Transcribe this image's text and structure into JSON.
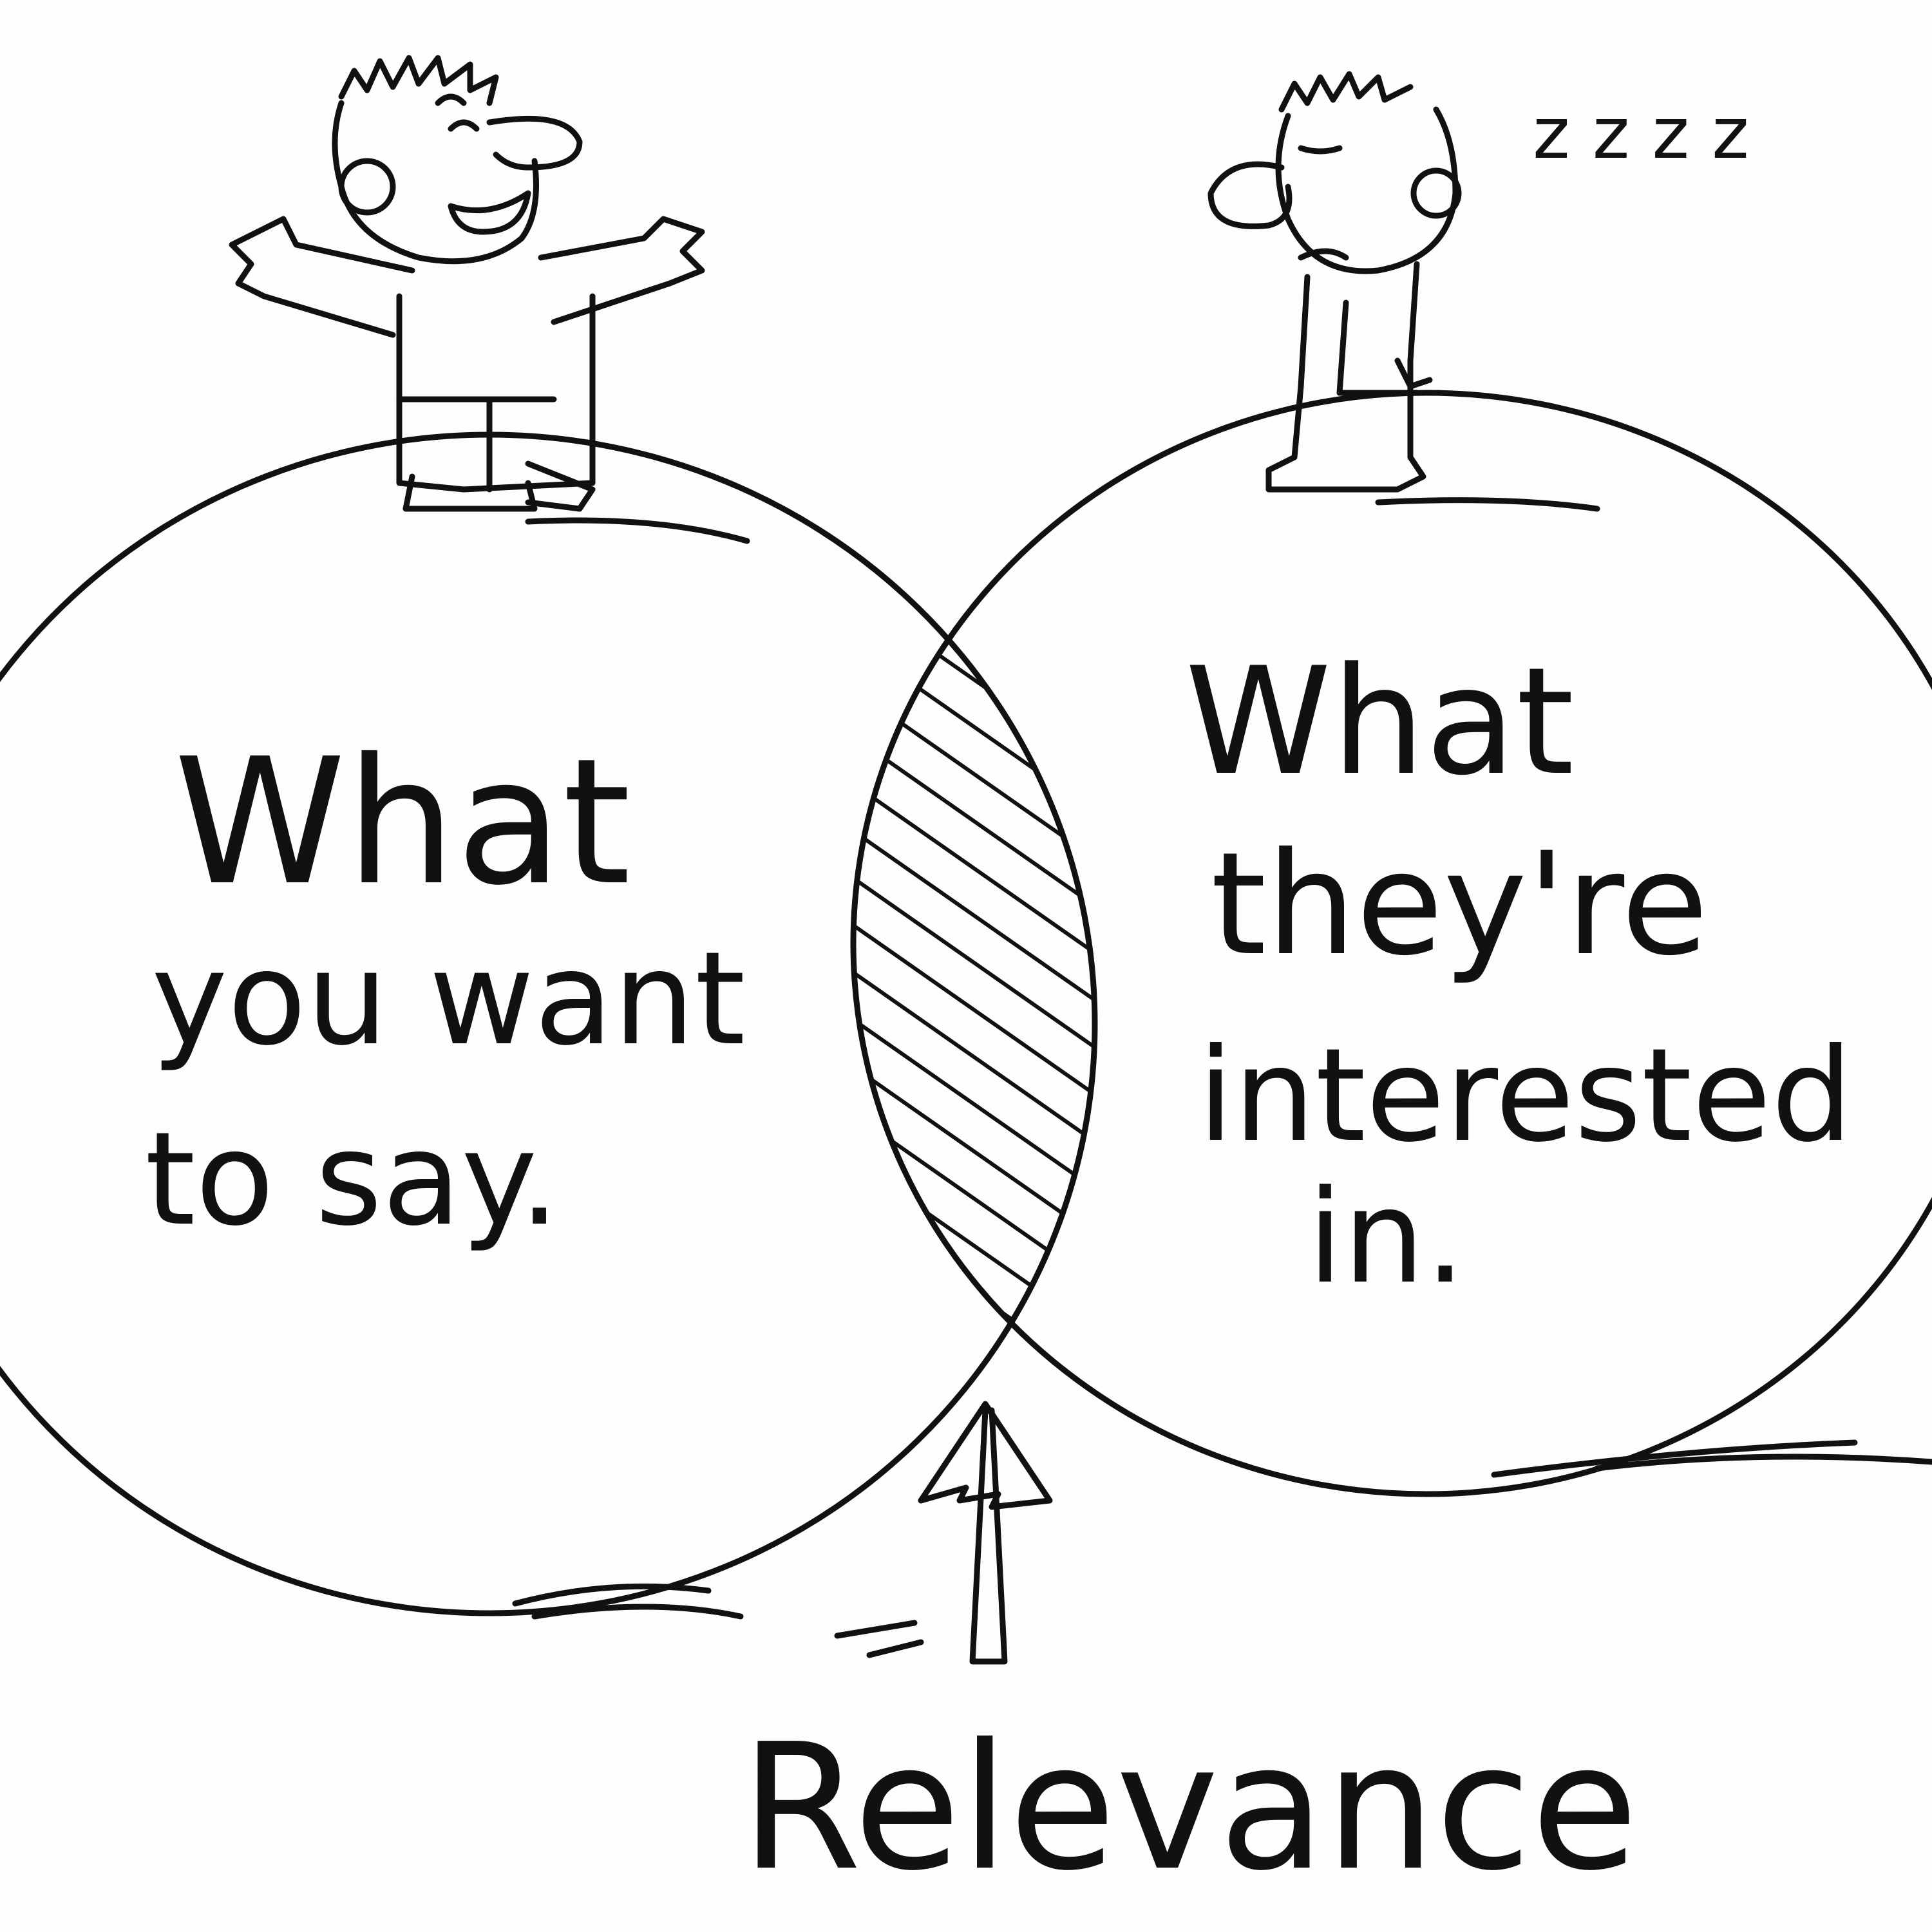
{
  "left_circle": {
    "lines": [
      "What",
      "you want",
      "to say."
    ]
  },
  "right_circle": {
    "lines": [
      "What",
      "they're",
      "interested",
      "in."
    ]
  },
  "intersection_label": "Relevance",
  "sleep_marks": "z z z z",
  "colors": {
    "ink": "#111111",
    "paper": "#fdfdfc"
  }
}
